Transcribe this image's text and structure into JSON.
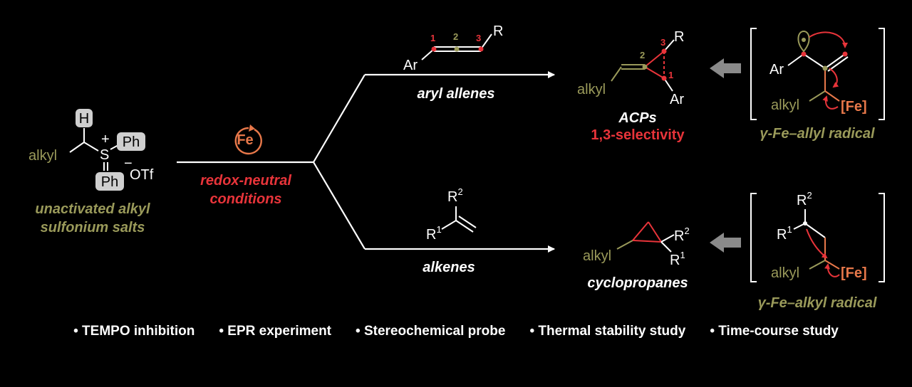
{
  "colors": {
    "olive": "#9a9a5a",
    "red": "#e8343a",
    "orange": "#e8784a",
    "white": "#ffffff",
    "background": "#000000"
  },
  "reagent": {
    "alkyl": "alkyl",
    "h": "H",
    "s": "S",
    "plus": "+",
    "ph1": "Ph",
    "ph2": "Ph",
    "minus": "−",
    "otf": "OTf",
    "caption_line1": "unactivated alkyl",
    "caption_line2": "sulfonium salts"
  },
  "catalyst": {
    "fe": "Fe",
    "cond_line1": "redox-neutral",
    "cond_line2": "conditions"
  },
  "top_branch": {
    "substrate_label": "aryl allenes",
    "allene": {
      "ar": "Ar",
      "r": "R",
      "n1": "1",
      "n2": "2",
      "n3": "3"
    },
    "product": {
      "alkyl": "alkyl",
      "r": "R",
      "ar": "Ar",
      "n1": "1",
      "n2": "2",
      "n3": "3",
      "name": "ACPs",
      "selectivity": "1,3-selectivity"
    },
    "intermediate": {
      "ar": "Ar",
      "alkyl": "alkyl",
      "fe": "[Fe]",
      "caption": "γ-Fe–allyl radical"
    }
  },
  "bottom_branch": {
    "substrate_label": "alkenes",
    "alkene": {
      "r1": "R",
      "r1_sup": "1",
      "r2": "R",
      "r2_sup": "2"
    },
    "product": {
      "alkyl": "alkyl",
      "r1": "R",
      "r1_sup": "1",
      "r2": "R",
      "r2_sup": "2",
      "name": "cyclopropanes"
    },
    "intermediate": {
      "alkyl": "alkyl",
      "r1": "R",
      "r1_sup": "1",
      "r2": "R",
      "r2_sup": "2",
      "fe": "[Fe]",
      "caption": "γ-Fe–alkyl radical"
    }
  },
  "bullets": [
    "• TEMPO inhibition",
    "• EPR experiment",
    "• Stereochemical probe",
    "• Thermal stability study",
    "• Time-course study"
  ]
}
